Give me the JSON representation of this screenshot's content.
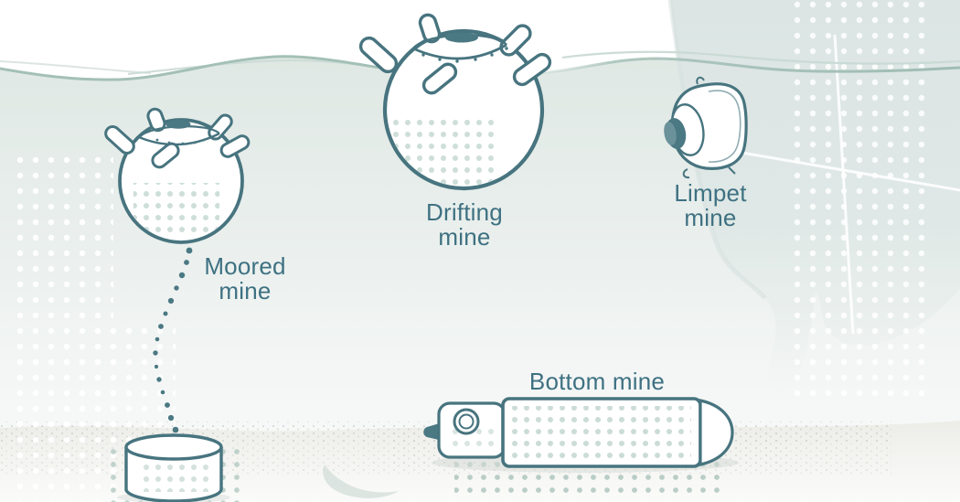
{
  "labels": {
    "moored": {
      "line1": "Moored",
      "line2": "mine"
    },
    "drifting": {
      "line1": "Drifting",
      "line2": "mine"
    },
    "limpet": {
      "line1": "Limpet",
      "line2": "mine"
    },
    "bottom": {
      "line1": "Bottom mine"
    }
  },
  "colors": {
    "outline": "#47747F",
    "dark_fill": "#4A7883",
    "label_text": "#3E7182",
    "waterline": "#A3BFB5",
    "shade_dots": "#C9DAD4",
    "bg_dots_teal": "#A9C3BC",
    "bg_dots_white": "#FFFFFF",
    "sand_speck": "#C9CDC6"
  }
}
